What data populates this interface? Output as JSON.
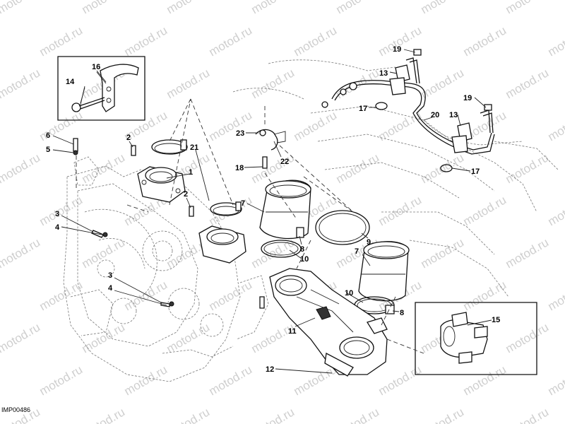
{
  "image_code": "IMP00486",
  "watermark": "motod.ru",
  "callouts": [
    {
      "id": "c14",
      "text": "14"
    },
    {
      "id": "c16",
      "text": "16"
    },
    {
      "id": "c6",
      "text": "6"
    },
    {
      "id": "c5",
      "text": "5"
    },
    {
      "id": "c2a",
      "text": "2"
    },
    {
      "id": "c21",
      "text": "21"
    },
    {
      "id": "c1",
      "text": "1"
    },
    {
      "id": "c2b",
      "text": "2"
    },
    {
      "id": "c3a",
      "text": "3"
    },
    {
      "id": "c4a",
      "text": "4"
    },
    {
      "id": "c3b",
      "text": "3"
    },
    {
      "id": "c4b",
      "text": "4"
    },
    {
      "id": "c23",
      "text": "23"
    },
    {
      "id": "c22",
      "text": "22"
    },
    {
      "id": "c18",
      "text": "18"
    },
    {
      "id": "c7a",
      "text": "7"
    },
    {
      "id": "c8a",
      "text": "8"
    },
    {
      "id": "c10a",
      "text": "10"
    },
    {
      "id": "c9",
      "text": "9"
    },
    {
      "id": "c7b",
      "text": "7"
    },
    {
      "id": "c10b",
      "text": "10"
    },
    {
      "id": "c8b",
      "text": "8"
    },
    {
      "id": "c11",
      "text": "11"
    },
    {
      "id": "c12",
      "text": "12"
    },
    {
      "id": "c19a",
      "text": "19"
    },
    {
      "id": "c13a",
      "text": "13"
    },
    {
      "id": "c17a",
      "text": "17"
    },
    {
      "id": "c20",
      "text": "20"
    },
    {
      "id": "c19b",
      "text": "19"
    },
    {
      "id": "c13b",
      "text": "13"
    },
    {
      "id": "c17b",
      "text": "17"
    },
    {
      "id": "c15",
      "text": "15"
    }
  ]
}
